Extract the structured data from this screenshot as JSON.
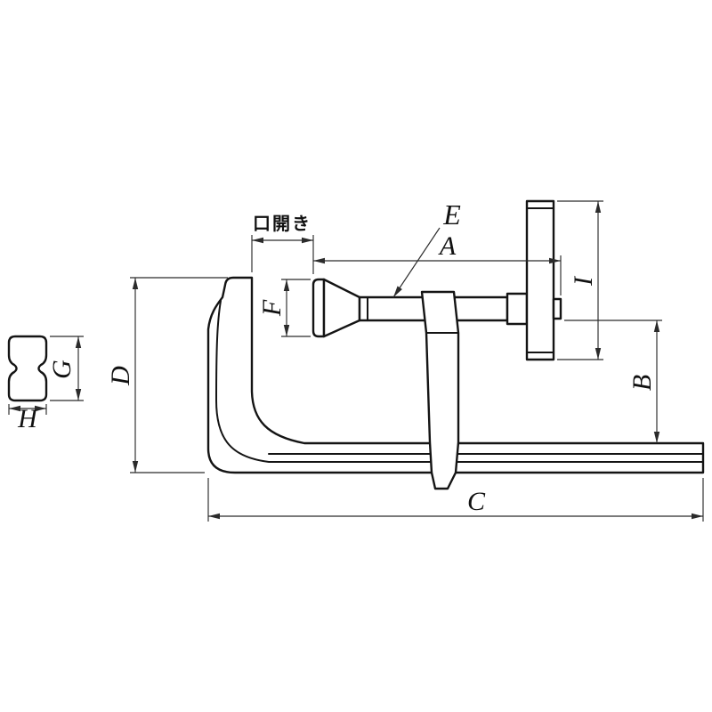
{
  "labels": {
    "jaw_opening": "口開き",
    "a": "A",
    "b": "B",
    "c": "C",
    "d": "D",
    "e": "E",
    "f": "F",
    "g": "G",
    "h": "H",
    "i": "I"
  }
}
